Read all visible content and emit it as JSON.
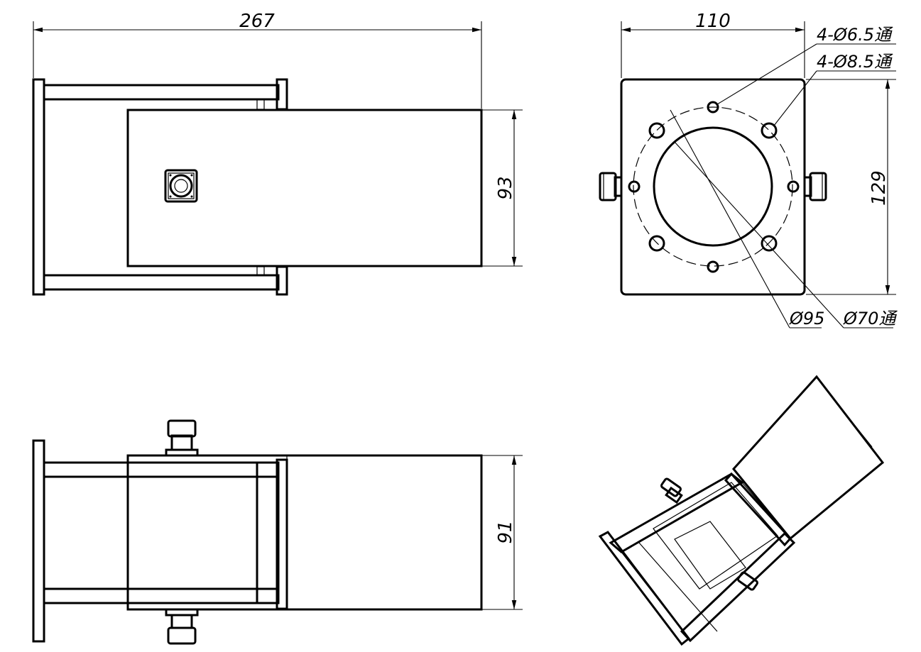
{
  "dimensions": {
    "overall_length": "267",
    "top_width": "110",
    "top_height": "93",
    "front_height": "129",
    "side_height": "91"
  },
  "callouts": {
    "holes_small": "4-Ø6.5通",
    "holes_large": "4-Ø8.5通",
    "pitch_circle": "Ø95",
    "bore": "Ø70通"
  }
}
